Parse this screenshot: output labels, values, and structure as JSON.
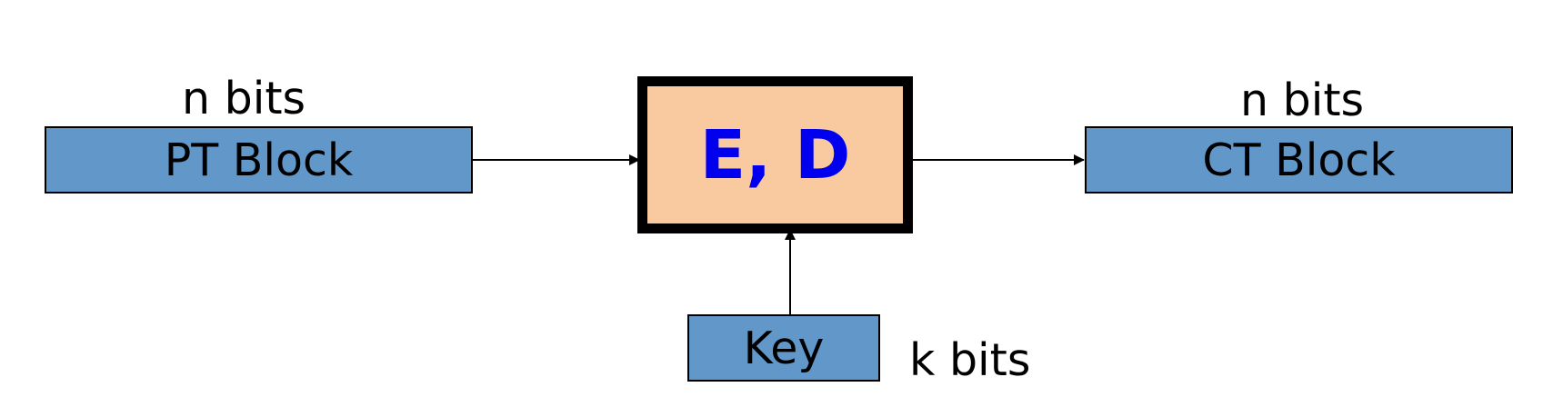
{
  "colors": {
    "block_fill": "#6197c9",
    "cipher_fill": "#f9c9a0",
    "cipher_text": "#0000ee",
    "stroke": "#000000"
  },
  "plaintext": {
    "block_label": "PT Block",
    "size_label": "n bits"
  },
  "cipher": {
    "label": "E, D"
  },
  "ciphertext": {
    "block_label": "CT Block",
    "size_label": "n bits"
  },
  "key": {
    "block_label": "Key",
    "size_label": "k bits"
  }
}
